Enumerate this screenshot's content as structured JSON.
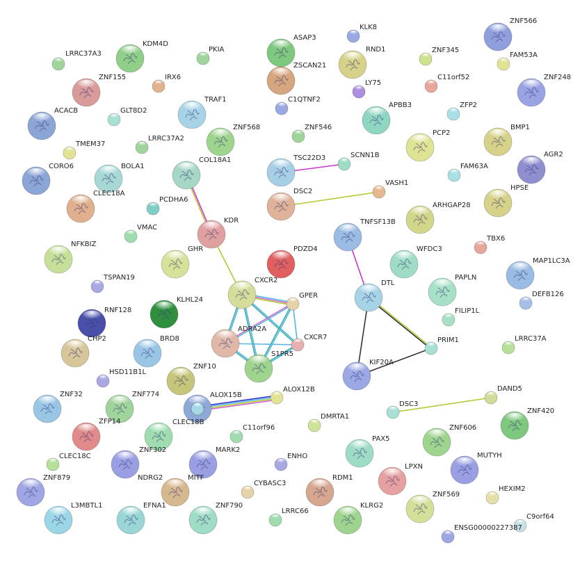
{
  "nodes": [
    {
      "id": "LRRC37A3",
      "label": "LRRC37A3",
      "color": "#9fd49a",
      "big": false
    },
    {
      "id": "KDM4D",
      "label": "KDM4D",
      "color": "#8fcf8a",
      "big": true
    },
    {
      "id": "PKIA",
      "label": "PKIA",
      "color": "#9fd49a",
      "big": false
    },
    {
      "id": "ASAP3",
      "label": "ASAP3",
      "color": "#7fc87f",
      "big": true
    },
    {
      "id": "KLK8",
      "label": "KLK8",
      "color": "#9aa9e3",
      "big": false
    },
    {
      "id": "RND1",
      "label": "RND1",
      "color": "#d6d28a",
      "big": true
    },
    {
      "id": "ZNF345",
      "label": "ZNF345",
      "color": "#cfe28d",
      "big": false
    },
    {
      "id": "ZNF566",
      "label": "ZNF566",
      "color": "#8f9fde",
      "big": true
    },
    {
      "id": "FAM53A",
      "label": "FAM53A",
      "color": "#e2e394",
      "big": false
    },
    {
      "id": "ZNF155",
      "label": "ZNF155",
      "color": "#d99a9a",
      "big": true
    },
    {
      "id": "IRX6",
      "label": "IRX6",
      "color": "#e0b28e",
      "big": false
    },
    {
      "id": "ZSCAN21",
      "label": "ZSCAN21",
      "color": "#d6a67e",
      "big": true
    },
    {
      "id": "LY75",
      "label": "LY75",
      "color": "#ad8fe2",
      "big": false
    },
    {
      "id": "C11orf52",
      "label": "C11orf52",
      "color": "#e6a79a",
      "big": false
    },
    {
      "id": "ZNF248",
      "label": "ZNF248",
      "color": "#9aa3e3",
      "big": true
    },
    {
      "id": "ACACB",
      "label": "ACACB",
      "color": "#8ba5d6",
      "big": true
    },
    {
      "id": "GLT8D2",
      "label": "GLT8D2",
      "color": "#a8e0d6",
      "big": false
    },
    {
      "id": "TRAF1",
      "label": "TRAF1",
      "color": "#a6d4e6",
      "big": true
    },
    {
      "id": "C1QTNF2",
      "label": "C1QTNF2",
      "color": "#9aa9e3",
      "big": false
    },
    {
      "id": "APBB3",
      "label": "APBB3",
      "color": "#8fd6c2",
      "big": true
    },
    {
      "id": "ZFP2",
      "label": "ZFP2",
      "color": "#a8e0e6",
      "big": false
    },
    {
      "id": "LRRC37A2",
      "label": "LRRC37A2",
      "color": "#9fd49a",
      "big": false
    },
    {
      "id": "ZNF568",
      "label": "ZNF568",
      "color": "#9fd48f",
      "big": true
    },
    {
      "id": "ZNF546",
      "label": "ZNF546",
      "color": "#9fd49a",
      "big": false
    },
    {
      "id": "TMEM37",
      "label": "TMEM37",
      "color": "#e2e394",
      "big": false
    },
    {
      "id": "PCP2",
      "label": "PCP2",
      "color": "#dfe394",
      "big": true
    },
    {
      "id": "BMP1",
      "label": "BMP1",
      "color": "#d6d28a",
      "big": true
    },
    {
      "id": "CORO6",
      "label": "CORO6",
      "color": "#8ba5d6",
      "big": true
    },
    {
      "id": "BOLA1",
      "label": "BOLA1",
      "color": "#a6d8d6",
      "big": true
    },
    {
      "id": "COL18A1",
      "label": "COL18A1",
      "color": "#a6d6c6",
      "big": true
    },
    {
      "id": "TSC22D3",
      "label": "TSC22D3",
      "color": "#a6cfe6",
      "big": true
    },
    {
      "id": "SCNN1B",
      "label": "SCNN1B",
      "color": "#9fdcc6",
      "big": false
    },
    {
      "id": "AGR2",
      "label": "AGR2",
      "color": "#8f8fcf",
      "big": true
    },
    {
      "id": "FAM63A",
      "label": "FAM63A",
      "color": "#a8e0e6",
      "big": false
    },
    {
      "id": "CLEC18A",
      "label": "CLEC18A",
      "color": "#e0b08e",
      "big": true
    },
    {
      "id": "PCDHA6",
      "label": "PCDHA6",
      "color": "#7fcfc6",
      "big": false
    },
    {
      "id": "DSC2",
      "label": "DSC2",
      "color": "#e0b29a",
      "big": true
    },
    {
      "id": "VASH1",
      "label": "VASH1",
      "color": "#e6b88e",
      "big": false
    },
    {
      "id": "HPSE",
      "label": "HPSE",
      "color": "#d6d28a",
      "big": true
    },
    {
      "id": "ARHGAP28",
      "label": "ARHGAP28",
      "color": "#d2d68a",
      "big": true
    },
    {
      "id": "VMAC",
      "label": "VMAC",
      "color": "#9fdcb0",
      "big": false
    },
    {
      "id": "KDR",
      "label": "KDR",
      "color": "#e0a0a0",
      "big": true
    },
    {
      "id": "TNFSF13B",
      "label": "TNFSF13B",
      "color": "#9abbe3",
      "big": true
    },
    {
      "id": "NFKBIZ",
      "label": "NFKBIZ",
      "color": "#c6e09a",
      "big": true
    },
    {
      "id": "GHR",
      "label": "GHR",
      "color": "#d6e29a",
      "big": true
    },
    {
      "id": "PDZD4",
      "label": "PDZD4",
      "color": "#e06060",
      "big": true
    },
    {
      "id": "TBX6",
      "label": "TBX6",
      "color": "#e6a69a",
      "big": false
    },
    {
      "id": "WFDC3",
      "label": "WFDC3",
      "color": "#9fdcc6",
      "big": true
    },
    {
      "id": "MAP1LC3A",
      "label": "MAP1LC3A",
      "color": "#9abbe3",
      "big": true
    },
    {
      "id": "TSPAN19",
      "label": "TSPAN19",
      "color": "#a8a9e3",
      "big": false
    },
    {
      "id": "CXCR2",
      "label": "CXCR2",
      "color": "#d6dc9a",
      "big": true
    },
    {
      "id": "GPER",
      "label": "GPER",
      "color": "#e6d2a8",
      "big": false
    },
    {
      "id": "PAPLN",
      "label": "PAPLN",
      "color": "#a6e0c6",
      "big": true
    },
    {
      "id": "DTL",
      "label": "DTL",
      "color": "#a6d4e6",
      "big": true
    },
    {
      "id": "DEFB126",
      "label": "DEFB126",
      "color": "#a6bfe6",
      "big": false
    },
    {
      "id": "KLHL24",
      "label": "KLHL24",
      "color": "#2f8f3f",
      "big": true
    },
    {
      "id": "FILIP1L",
      "label": "FILIP1L",
      "color": "#a8e0c6",
      "big": false
    },
    {
      "id": "RNF128",
      "label": "RNF128",
      "color": "#4a4faa",
      "big": true
    },
    {
      "id": "ADRA2A",
      "label": "ADRA2A",
      "color": "#e0b8a8",
      "big": true
    },
    {
      "id": "CXCR7",
      "label": "CXCR7",
      "color": "#e6b0b0",
      "big": false
    },
    {
      "id": "CHP2",
      "label": "CHP2",
      "color": "#d6c69a",
      "big": true
    },
    {
      "id": "BRD8",
      "label": "BRD8",
      "color": "#9ac6e6",
      "big": true
    },
    {
      "id": "PRIM1",
      "label": "PRIM1",
      "color": "#a8e0d6",
      "big": false
    },
    {
      "id": "LRRC37A",
      "label": "LRRC37A",
      "color": "#b6e09a",
      "big": false
    },
    {
      "id": "S1PR5",
      "label": "S1PR5",
      "color": "#9fd48f",
      "big": true
    },
    {
      "id": "HSD11B1L",
      "label": "HSD11B1L",
      "color": "#a8a9e3",
      "big": false
    },
    {
      "id": "ZNF10",
      "label": "ZNF10",
      "color": "#c6c67a",
      "big": true
    },
    {
      "id": "KIF20A",
      "label": "KIF20A",
      "color": "#9aa9e3",
      "big": true
    },
    {
      "id": "ZNF32",
      "label": "ZNF32",
      "color": "#9ac6e6",
      "big": true
    },
    {
      "id": "ZNF774",
      "label": "ZNF774",
      "color": "#9fd49a",
      "big": true
    },
    {
      "id": "ALOX15B",
      "label": "ALOX15B",
      "color": "#8fa9d6",
      "big": true
    },
    {
      "id": "ALOX12B",
      "label": "ALOX12B",
      "color": "#e2e394",
      "big": false
    },
    {
      "id": "DAND5",
      "label": "DAND5",
      "color": "#d2dc9a",
      "big": false
    },
    {
      "id": "DSC3",
      "label": "DSC3",
      "color": "#a8e0d6",
      "big": false
    },
    {
      "id": "ZNF420",
      "label": "ZNF420",
      "color": "#7fc87f",
      "big": true
    },
    {
      "id": "ZFP14",
      "label": "ZFP14",
      "color": "#e08a8a",
      "big": true
    },
    {
      "id": "CLEC18B",
      "label": "CLEC18B",
      "color": "#a6d8e6",
      "big": false
    },
    {
      "id": "DMRTA1",
      "label": "DMRTA1",
      "color": "#cfe29a",
      "big": false
    },
    {
      "id": "C11orf96",
      "label": "C11orf96",
      "color": "#9fdcb0",
      "big": false
    },
    {
      "id": "PAX5",
      "label": "PAX5",
      "color": "#9fdcc6",
      "big": true
    },
    {
      "id": "ZNF606",
      "label": "ZNF606",
      "color": "#9fd48f",
      "big": true
    },
    {
      "id": "ZNF302",
      "label": "ZNF302",
      "color": "#9fdcb0",
      "big": true
    },
    {
      "id": "CLEC18C",
      "label": "CLEC18C",
      "color": "#b6e09a",
      "big": false
    },
    {
      "id": "NDRG2",
      "label": "NDRG2",
      "color": "#9a9fe3",
      "big": true
    },
    {
      "id": "MARK2",
      "label": "MARK2",
      "color": "#9a9fe3",
      "big": true
    },
    {
      "id": "ENHO",
      "label": "ENHO",
      "color": "#a8a9e3",
      "big": false
    },
    {
      "id": "LPXN",
      "label": "LPXN",
      "color": "#e6a0a0",
      "big": true
    },
    {
      "id": "MUTYH",
      "label": "MUTYH",
      "color": "#9a9fe3",
      "big": true
    },
    {
      "id": "ZNF879",
      "label": "ZNF879",
      "color": "#a0a6e3",
      "big": true
    },
    {
      "id": "MITF",
      "label": "MITF",
      "color": "#d6b88e",
      "big": true
    },
    {
      "id": "CYBASC3",
      "label": "CYBASC3",
      "color": "#e6d2a8",
      "big": false
    },
    {
      "id": "RDM1",
      "label": "RDM1",
      "color": "#d6a68e",
      "big": true
    },
    {
      "id": "HEXIM2",
      "label": "HEXIM2",
      "color": "#e6e0a8",
      "big": false
    },
    {
      "id": "ZNF569",
      "label": "ZNF569",
      "color": "#d2e09a",
      "big": true
    },
    {
      "id": "L3MBTL1",
      "label": "L3MBTL1",
      "color": "#9ad6e6",
      "big": true
    },
    {
      "id": "EFNA1",
      "label": "EFNA1",
      "color": "#9ad6d6",
      "big": true
    },
    {
      "id": "ZNF790",
      "label": "ZNF790",
      "color": "#9fdcc6",
      "big": true
    },
    {
      "id": "LRRC66",
      "label": "LRRC66",
      "color": "#9fdcb0",
      "big": false
    },
    {
      "id": "KLRG2",
      "label": "KLRG2",
      "color": "#9fd48f",
      "big": true
    },
    {
      "id": "C9orf64",
      "label": "C9orf64",
      "color": "#c6e0e6",
      "big": false
    },
    {
      "id": "ENSG00000227387",
      "label": "ENSG00000227387",
      "color": "#a0a6e3",
      "big": false
    }
  ],
  "edges": [
    {
      "source": "COL18A1",
      "target": "KDR",
      "colors": [
        "#cc33cc",
        "#b8c832"
      ]
    },
    {
      "source": "KDR",
      "target": "CXCR2",
      "colors": [
        "#b8c832"
      ]
    },
    {
      "source": "TSC22D3",
      "target": "SCNN1B",
      "colors": [
        "#cc33cc"
      ]
    },
    {
      "source": "DSC2",
      "target": "VASH1",
      "colors": [
        "#b8c832"
      ]
    },
    {
      "source": "TNFSF13B",
      "target": "DTL",
      "colors": [
        "#cc33cc"
      ]
    },
    {
      "source": "DTL",
      "target": "PRIM1",
      "colors": [
        "#b8c832",
        "#333333"
      ]
    },
    {
      "source": "DTL",
      "target": "KIF20A",
      "colors": [
        "#333333"
      ]
    },
    {
      "source": "KIF20A",
      "target": "PRIM1",
      "colors": [
        "#333333"
      ]
    },
    {
      "source": "CXCR2",
      "target": "GPER",
      "colors": [
        "#56b4e9",
        "#cc66cc",
        "#b8c832"
      ]
    },
    {
      "source": "CXCR2",
      "target": "ADRA2A",
      "colors": [
        "#56b4e9",
        "#3aaf9f"
      ]
    },
    {
      "source": "CXCR2",
      "target": "CXCR7",
      "colors": [
        "#56b4e9",
        "#3aaf9f"
      ]
    },
    {
      "source": "CXCR2",
      "target": "S1PR5",
      "colors": [
        "#56b4e9",
        "#3aaf9f"
      ]
    },
    {
      "source": "GPER",
      "target": "ADRA2A",
      "colors": [
        "#56b4e9",
        "#cc66cc"
      ]
    },
    {
      "source": "GPER",
      "target": "CXCR7",
      "colors": [
        "#56b4e9"
      ]
    },
    {
      "source": "GPER",
      "target": "S1PR5",
      "colors": [
        "#56b4e9",
        "#3aaf9f"
      ]
    },
    {
      "source": "ADRA2A",
      "target": "CXCR7",
      "colors": [
        "#56b4e9"
      ]
    },
    {
      "source": "ADRA2A",
      "target": "S1PR5",
      "colors": [
        "#56b4e9",
        "#3aaf9f"
      ]
    },
    {
      "source": "CXCR7",
      "target": "S1PR5",
      "colors": [
        "#56b4e9",
        "#3aaf9f"
      ]
    },
    {
      "source": "ALOX15B",
      "target": "ALOX12B",
      "colors": [
        "#3333cc",
        "#56b4e9",
        "#b8c832",
        "#cc66cc"
      ]
    },
    {
      "source": "DSC3",
      "target": "DAND5",
      "colors": [
        "#b8c832"
      ]
    }
  ]
}
